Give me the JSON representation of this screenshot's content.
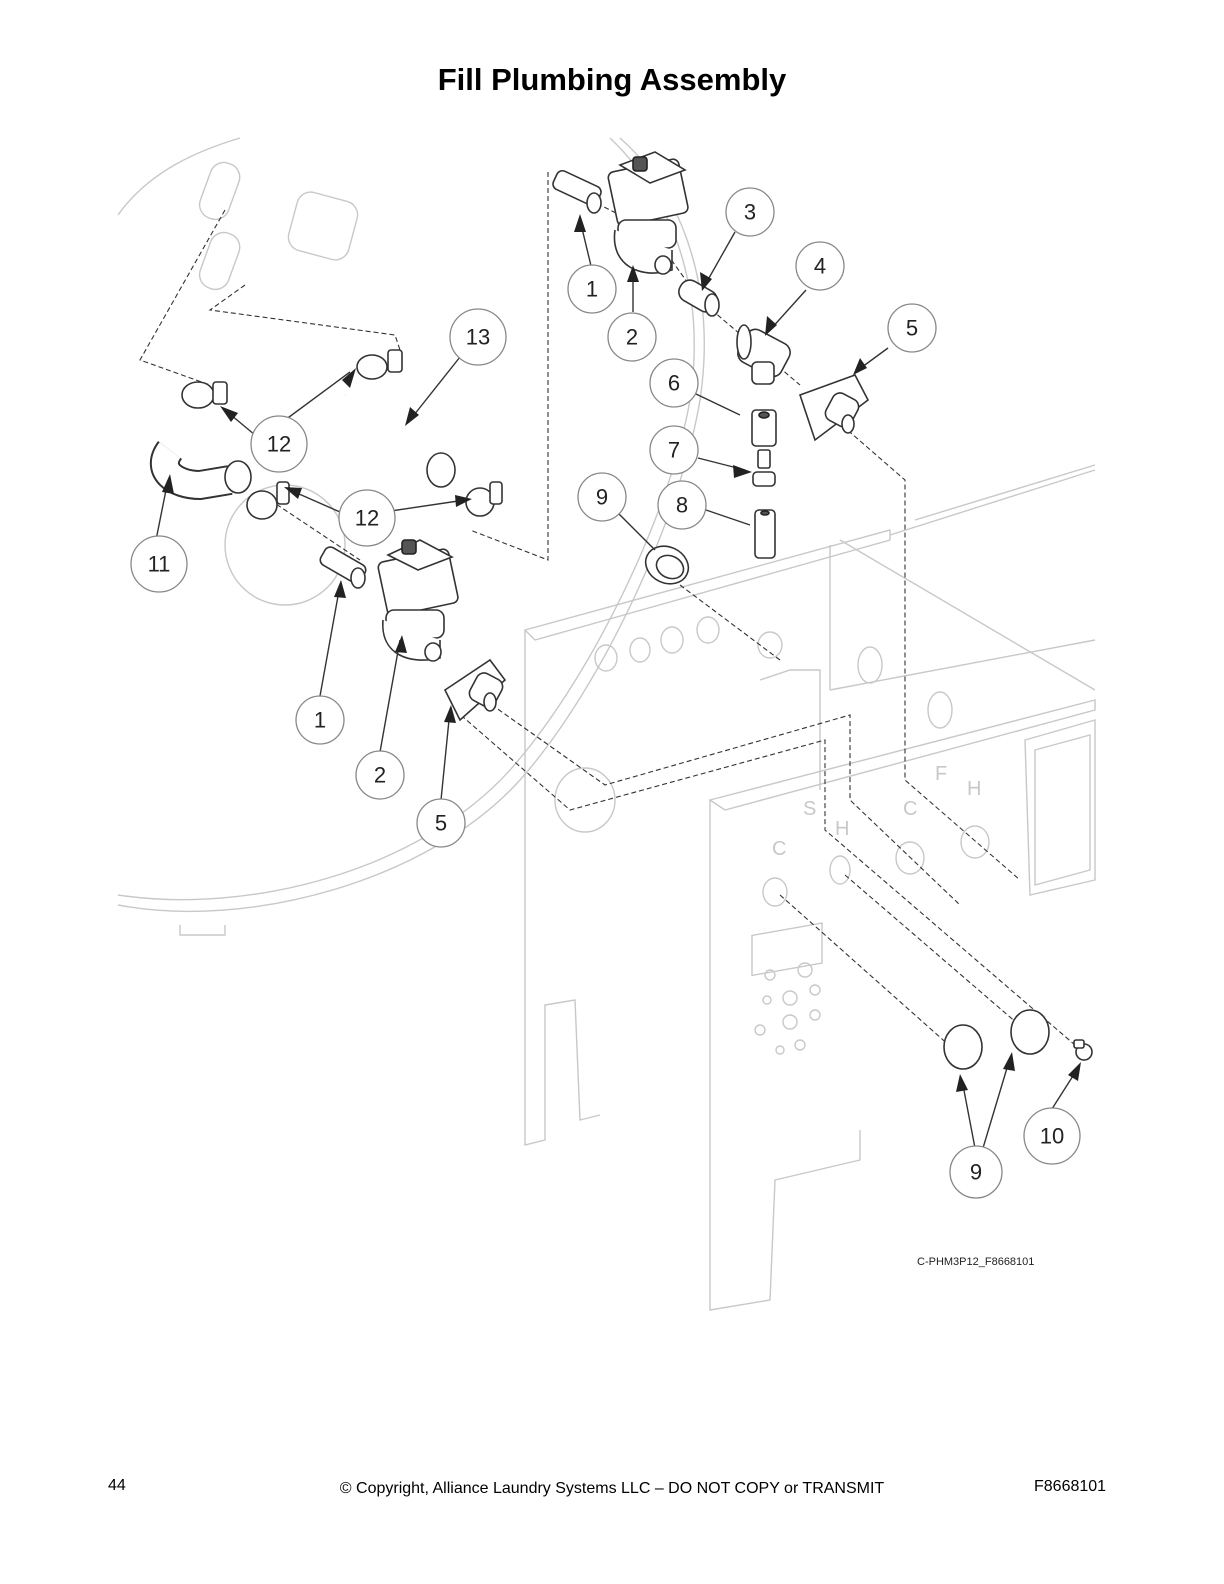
{
  "page": {
    "title": "Fill Plumbing Assembly",
    "page_number": "44",
    "copyright": "© Copyright, Alliance Laundry Systems LLC – DO NOT COPY or TRANSMIT",
    "doc_number": "F8668101"
  },
  "diagram": {
    "drawing_id": "C-PHM3P12_F8668101",
    "panel_letters": [
      "S",
      "F",
      "H",
      "C",
      "H",
      "C"
    ],
    "callouts": [
      "1",
      "2",
      "3",
      "4",
      "5",
      "6",
      "7",
      "8",
      "9",
      "13",
      "12",
      "11",
      "12",
      "1",
      "2",
      "5",
      "9",
      "10"
    ]
  }
}
